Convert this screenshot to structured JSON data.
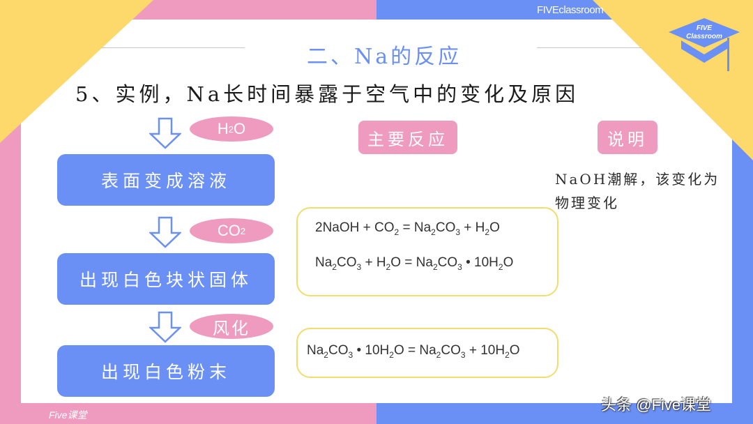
{
  "brand": {
    "top_banner": "FIVEclassroom",
    "bottom_banner": "Five课堂",
    "watermark": "头条 @Five课堂",
    "logo_line1": "FIVE",
    "logo_line2": "Classroom"
  },
  "colors": {
    "pink": "#ef9bbf",
    "blue": "#6a8ff5",
    "yellow": "#fcd96a",
    "box_border": "#f3dc6c"
  },
  "header": {
    "section_title": "二、Na的反应",
    "subtitle": "5、实例，Na长时间暴露于空气中的变化及原因"
  },
  "flow": {
    "reagents": [
      {
        "main": "H",
        "sub": "2",
        "tail": "O"
      },
      {
        "main": "CO",
        "sub": "2",
        "tail": ""
      },
      {
        "label": "风化"
      }
    ],
    "steps": [
      {
        "label": "表面变成溶液"
      },
      {
        "label": "出现白色块状固体"
      },
      {
        "label": "出现白色粉末"
      }
    ]
  },
  "columns": {
    "reactions_label": "主要反应",
    "notes_label": "说明"
  },
  "reactions": {
    "box1": {
      "eq1": {
        "a": "2NaOH + CO",
        "a_sub": "2",
        "b": " = Na",
        "b_sub": "2",
        "c": "CO",
        "c_sub": "3",
        "d": " + H",
        "d_sub": "2",
        "e": "O"
      },
      "eq2": {
        "a": "Na",
        "a_sub": "2",
        "b": "CO",
        "b_sub": "3",
        "c": " + H",
        "c_sub": "2",
        "d": "O = Na",
        "d_sub": "2",
        "e": "CO",
        "e_sub": "3",
        "f": " • 10H",
        "f_sub": "2",
        "g": "O"
      }
    },
    "box2": {
      "eq1": {
        "a": "Na",
        "a_sub": "2",
        "b": "CO",
        "b_sub": "3",
        "c": " • 10H",
        "c_sub": "2",
        "d": "O = Na",
        "d_sub": "2",
        "e": "CO",
        "e_sub": "3",
        "f": " + 10H",
        "f_sub": "2",
        "g": "O"
      }
    }
  },
  "notes": {
    "note1": "NaOH潮解，该变化为物理变化"
  }
}
